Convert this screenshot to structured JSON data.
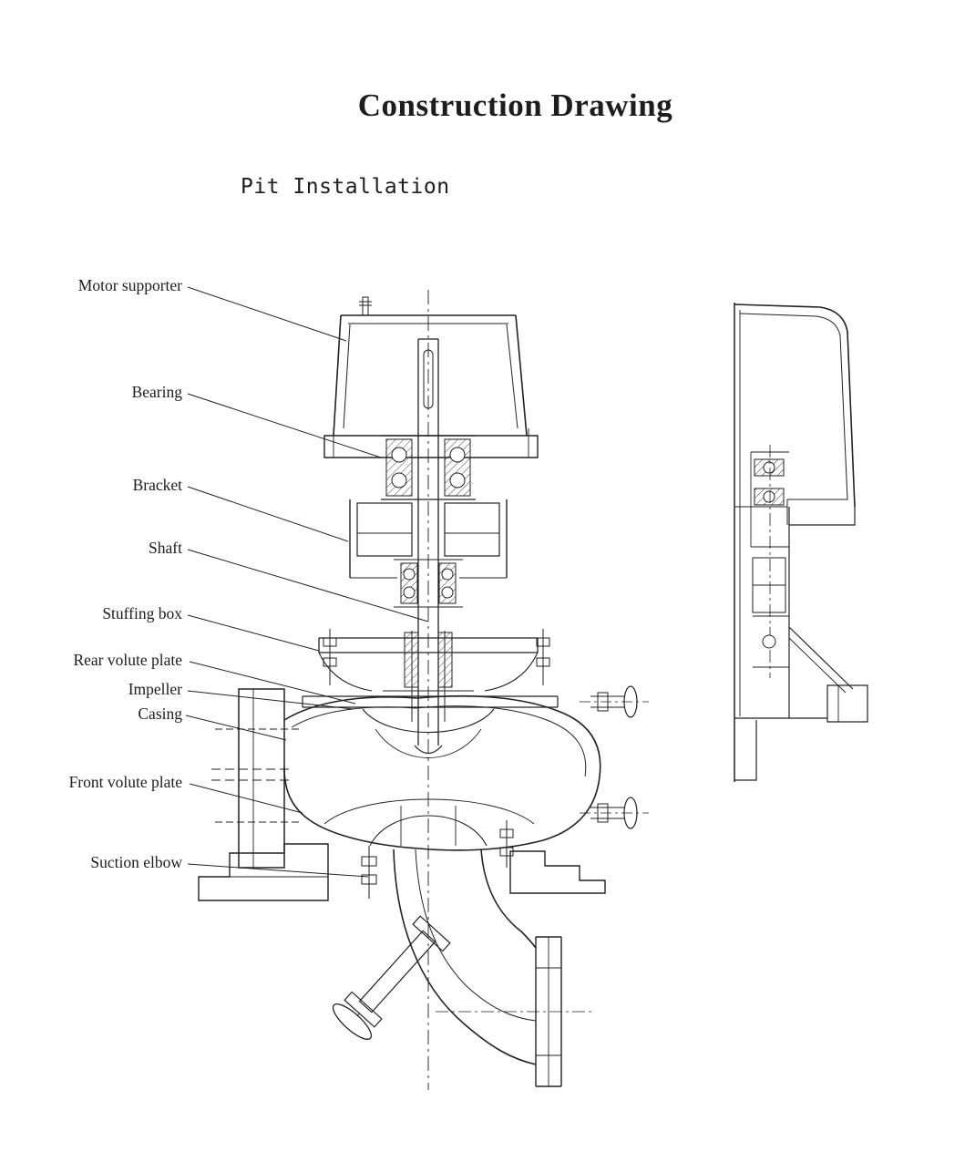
{
  "page": {
    "title": "Construction Drawing",
    "subtitle": "Pit Installation"
  },
  "colors": {
    "ink": "#222222",
    "paper": "#ffffff"
  },
  "labels": [
    {
      "id": "motor-supporter",
      "text": "Motor supporter"
    },
    {
      "id": "bearing",
      "text": "Bearing"
    },
    {
      "id": "bracket",
      "text": "Bracket"
    },
    {
      "id": "shaft",
      "text": "Shaft"
    },
    {
      "id": "stuffing-box",
      "text": "Stuffing box"
    },
    {
      "id": "rear-volute-plate",
      "text": "Rear volute plate"
    },
    {
      "id": "impeller",
      "text": "Impeller"
    },
    {
      "id": "casing",
      "text": "Casing"
    },
    {
      "id": "front-volute-plate",
      "text": "Front volute plate"
    },
    {
      "id": "suction-elbow",
      "text": "Suction elbow"
    }
  ]
}
